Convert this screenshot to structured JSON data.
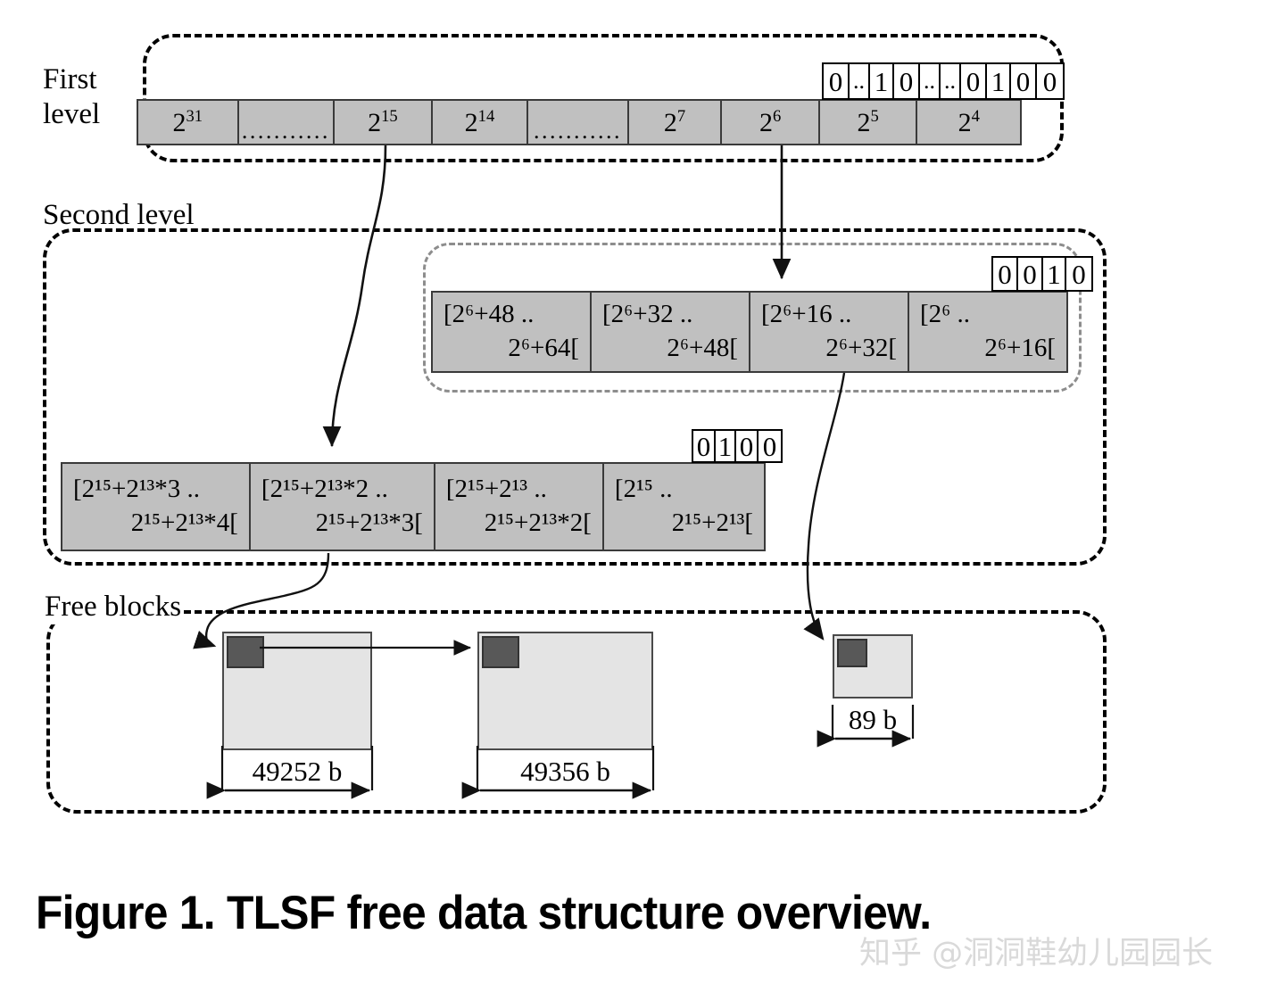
{
  "figure": {
    "caption": "Figure 1. TLSF free data structure overview.",
    "watermark": "知乎 @洞洞鞋幼儿园园长"
  },
  "sections": {
    "first_level": {
      "label": "First\nlevel"
    },
    "second_level": {
      "label": "Second level"
    },
    "free_blocks": {
      "label": "Free blocks"
    }
  },
  "first_level": {
    "bitmap": [
      "0",
      "..",
      "1",
      "0",
      "..",
      "..",
      "0",
      "1",
      "0",
      "0"
    ],
    "cells": [
      {
        "base": "2",
        "exp": "31",
        "dots": false
      },
      {
        "base": "",
        "exp": "",
        "dots": true
      },
      {
        "base": "2",
        "exp": "15",
        "dots": false
      },
      {
        "base": "2",
        "exp": "14",
        "dots": false
      },
      {
        "base": "",
        "exp": "",
        "dots": true
      },
      {
        "base": "2",
        "exp": "7",
        "dots": false
      },
      {
        "base": "2",
        "exp": "6",
        "dots": false
      },
      {
        "base": "2",
        "exp": "5",
        "dots": false
      },
      {
        "base": "2",
        "exp": "4",
        "dots": false
      }
    ]
  },
  "second_level_pow6": {
    "bitmap": [
      "0",
      "0",
      "1",
      "0"
    ],
    "cells": [
      {
        "line1": "[2⁶+48 ..",
        "line2": "2⁶+64["
      },
      {
        "line1": "[2⁶+32 ..",
        "line2": "2⁶+48["
      },
      {
        "line1": "[2⁶+16 ..",
        "line2": "2⁶+32["
      },
      {
        "line1": "[2⁶ ..",
        "line2": "2⁶+16["
      }
    ]
  },
  "second_level_pow15": {
    "bitmap": [
      "0",
      "1",
      "0",
      "0"
    ],
    "cells": [
      {
        "line1": "[2¹⁵+2¹³*3 ..",
        "line2": "2¹⁵+2¹³*4["
      },
      {
        "line1": "[2¹⁵+2¹³*2 ..",
        "line2": "2¹⁵+2¹³*3["
      },
      {
        "line1": "[2¹⁵+2¹³ ..",
        "line2": "2¹⁵+2¹³*2["
      },
      {
        "line1": "[2¹⁵ ..",
        "line2": "2¹⁵+2¹³["
      }
    ]
  },
  "free_blocks": {
    "blocks": [
      {
        "size_label": "49252 b"
      },
      {
        "size_label": "49356 b"
      },
      {
        "size_label": "89 b"
      }
    ]
  },
  "colors": {
    "cell_fill": "#c0c0c0",
    "block_body": "#e4e4e4",
    "block_header": "#585858",
    "outline": "#000000",
    "inner_dash": "#8d8d8d",
    "watermark": "#d9d9d9"
  }
}
